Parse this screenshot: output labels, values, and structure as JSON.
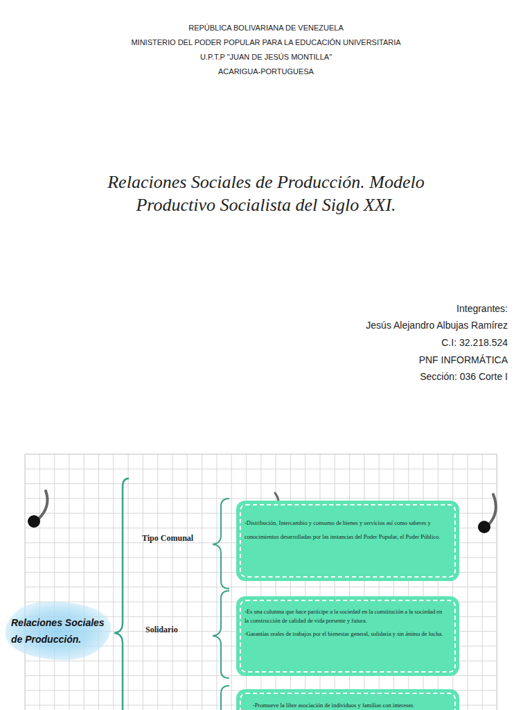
{
  "diagram": {
    "title": "Relaciones Sociales de Producción. Modelo Productivo Socialista del Siglo XXI.",
    "nodes": [
      {
        "text": [
          "Relaciones Sociales de Producción."
        ]
      },
      {
        "text": [
          "-Distribución, Intercambio y consumo de bienes y servicios así como saberes y conocimientos desarrolladas por las instancias del Poder Popular, el Poder Público."
        ]
      },
      {
        "text": [
          "-Es una columna que hace partícipe a la sociedad en la constitución a la sociedad en la construcción de calidad de vida presente y futura.",
          "-Garantías reales de trabajos por el bienestar general, solidaria y sin ánimo de lucha."
        ]
      },
      {
        "text": [
          "-Promueve la libre asociación de individuos y familias con intereses"
        ]
      }
    ],
    "labels": [
      "REPÚBLICA BOLIVARIANA DE VENEZUELA",
      "MINISTERIO DEL PODER POPULAR PARA LA EDUCACIÓN UNIVERSITARIA",
      "U.P.T.P \"JUAN DE JESÚS MONTILLA\"",
      "ACARIGUA-PORTUGUESA",
      "Integrantes:",
      "Jesús Alejandro Albujas Ramírez",
      "C.I: 32.218.524",
      "PNF INFORMÁTICA",
      "Sección: 036 Corte I",
      "Tipo Comunal",
      "Solidario"
    ]
  }
}
